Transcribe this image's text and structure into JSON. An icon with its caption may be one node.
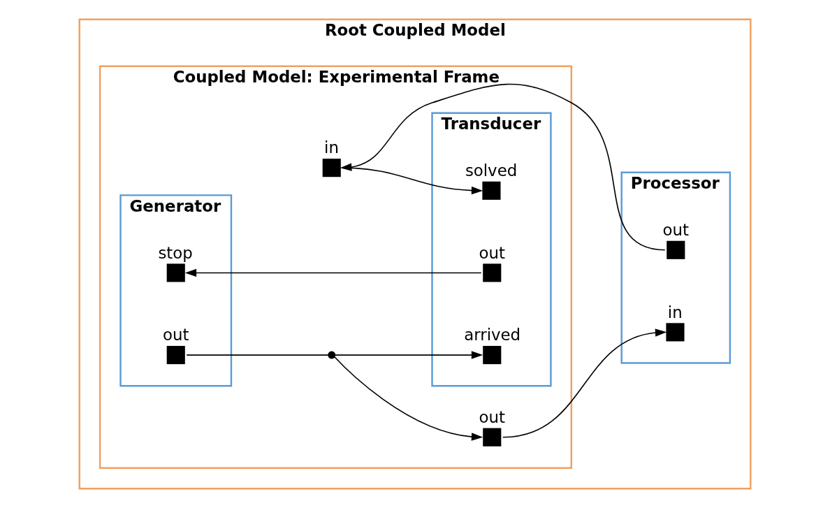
{
  "diagram": {
    "nodes": [
      {
        "text": [
          "Root Coupled Model"
        ]
      },
      {
        "text": [
          "Coupled Model: Experimental Frame"
        ],
        "in": 0
      },
      {
        "text": [
          "Generator"
        ],
        "in": 1
      },
      {
        "text": [],
        "shape": "box",
        "beside": [
          "stop"
        ],
        "in": 2
      },
      {
        "text": [],
        "shape": "box",
        "beside": [
          "out"
        ],
        "in": 2
      },
      {
        "text": [],
        "shape": "circle",
        "in": 1
      },
      {
        "text": [],
        "shape": "box",
        "beside": [
          "out"
        ],
        "in": 1
      },
      {
        "text": [
          "Processor"
        ],
        "in": 0
      },
      {
        "text": [],
        "shape": "box",
        "beside": [
          "in"
        ],
        "in": 7
      },
      {
        "text": [],
        "shape": "box",
        "beside": [
          "out"
        ],
        "in": 7
      },
      {
        "text": [
          "Transducer"
        ],
        "in": 1
      },
      {
        "text": [],
        "shape": "box",
        "beside": [
          "arrived"
        ],
        "in": 10
      },
      {
        "text": [],
        "shape": "box",
        "beside": [
          "out"
        ],
        "in": 10
      },
      {
        "text": [],
        "shape": "box",
        "beside": [
          "in"
        ],
        "in": 1
      },
      {
        "text": [],
        "shape": "box",
        "beside": [
          "solved"
        ],
        "in": 10
      }
    ],
    "edges": [
      {
        "from": 4,
        "to": 5,
        "arrow": "none"
      },
      {
        "from": 5,
        "to": 6,
        "arrow": "to"
      },
      {
        "from": 6,
        "to": 8,
        "arrow": "to"
      },
      {
        "from": 5,
        "to": 11,
        "arrow": "to"
      },
      {
        "from": 12,
        "to": 3,
        "arrow": "to"
      },
      {
        "from": 9,
        "to": 13,
        "arrow": "to"
      },
      {
        "from": 13,
        "to": 14,
        "arrow": "to"
      }
    ]
  }
}
